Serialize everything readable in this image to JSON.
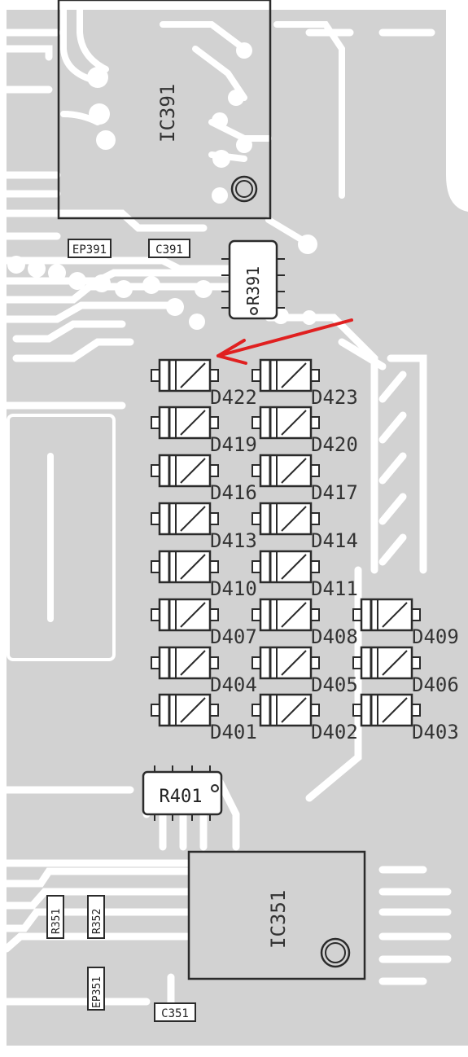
{
  "colors": {
    "board": "#d2d2d2",
    "trace": "#ffffff",
    "silk": "#2b2b2b",
    "part_fill": "#ffffff",
    "arrow": "#e02020"
  },
  "labels": {
    "ic391": "IC391",
    "ic351": "IC351",
    "ep391": "EP391",
    "c391": "C391",
    "r391": "R391",
    "r401": "R401",
    "r351": "R351",
    "r352": "R352",
    "ep351": "EP351",
    "c351": "C351"
  },
  "diodes": [
    {
      "id": "D422",
      "row": 0,
      "col": 0
    },
    {
      "id": "D423",
      "row": 0,
      "col": 1
    },
    {
      "id": "D419",
      "row": 1,
      "col": 0
    },
    {
      "id": "D420",
      "row": 1,
      "col": 1
    },
    {
      "id": "D416",
      "row": 2,
      "col": 0
    },
    {
      "id": "D417",
      "row": 2,
      "col": 1
    },
    {
      "id": "D413",
      "row": 3,
      "col": 0
    },
    {
      "id": "D414",
      "row": 3,
      "col": 1
    },
    {
      "id": "D410",
      "row": 4,
      "col": 0
    },
    {
      "id": "D411",
      "row": 4,
      "col": 1
    },
    {
      "id": "D407",
      "row": 5,
      "col": 0
    },
    {
      "id": "D408",
      "row": 5,
      "col": 1
    },
    {
      "id": "D409",
      "row": 5,
      "col": 2
    },
    {
      "id": "D404",
      "row": 6,
      "col": 0
    },
    {
      "id": "D405",
      "row": 6,
      "col": 1
    },
    {
      "id": "D406",
      "row": 6,
      "col": 2
    },
    {
      "id": "D401",
      "row": 7,
      "col": 0
    },
    {
      "id": "D402",
      "row": 7,
      "col": 1
    },
    {
      "id": "D403",
      "row": 7,
      "col": 2
    }
  ],
  "annotation": {
    "type": "arrow",
    "color": "red",
    "points_to": "D422"
  }
}
